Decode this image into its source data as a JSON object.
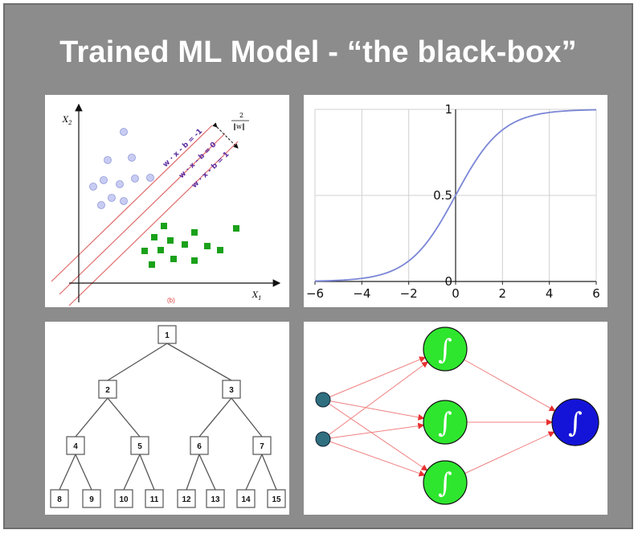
{
  "slide": {
    "title": "Trained ML Model - “the black-box”",
    "background_color": "#8c8c8c",
    "title_color": "#ffffff"
  },
  "svm": {
    "x_axis_label": "X",
    "x_axis_sub": "1",
    "y_axis_label": "X",
    "y_axis_sub": "2",
    "caption": "(b)",
    "lines": [
      {
        "label": "w · x - b = -1"
      },
      {
        "label": "w · x - b = 0"
      },
      {
        "label": "w · x - b = 1"
      }
    ],
    "margin_label_numerator": "2",
    "margin_label_denominator": "‖w‖",
    "circle_color": "#c8ccf2",
    "square_color": "#1aa11a",
    "line_color": "#e06b6b",
    "label_color": "#5a2ca0"
  },
  "chart_data": {
    "type": "line",
    "series": [
      {
        "name": "",
        "function": "1/(1+exp(-x))",
        "color": "#7b86d6"
      }
    ],
    "xlim": [
      -6,
      6
    ],
    "ylim": [
      0,
      1
    ],
    "x_ticks": [
      -6,
      -4,
      -2,
      0,
      2,
      4,
      6
    ],
    "x_tick_labels": [
      "−6",
      "−4",
      "−2",
      "0",
      "2",
      "4",
      "6"
    ],
    "y_ticks": [
      0,
      0.5,
      1
    ],
    "y_tick_labels": [
      "0",
      "0.5",
      "1"
    ],
    "grid": true
  },
  "tree": {
    "nodes": [
      "1",
      "2",
      "3",
      "4",
      "5",
      "6",
      "7",
      "8",
      "9",
      "10",
      "11",
      "12",
      "13",
      "14",
      "15"
    ]
  },
  "nn": {
    "input_color": "#2f6f7f",
    "hidden_color": "#2ee62e",
    "output_color": "#1414d8",
    "edge_color": "#f08080",
    "activation_glyph": "∫"
  }
}
